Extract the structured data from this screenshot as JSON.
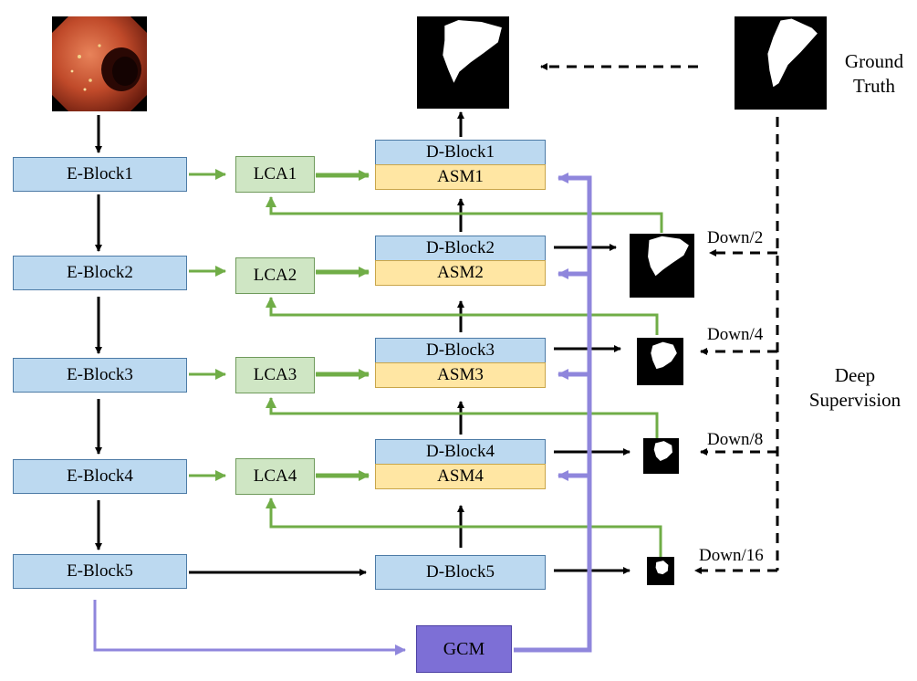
{
  "encoder": [
    "E-Block1",
    "E-Block2",
    "E-Block3",
    "E-Block4",
    "E-Block5"
  ],
  "lca": [
    "LCA1",
    "LCA2",
    "LCA3",
    "LCA4"
  ],
  "decoder": [
    "D-Block1",
    "D-Block2",
    "D-Block3",
    "D-Block4",
    "D-Block5"
  ],
  "asm": [
    "ASM1",
    "ASM2",
    "ASM3",
    "ASM4"
  ],
  "gcm": "GCM",
  "ground_truth": [
    "Ground",
    "Truth"
  ],
  "deep_supervision": [
    "Deep",
    "Supervision"
  ],
  "downsample": [
    "Down/2",
    "Down/4",
    "Down/8",
    "Down/16"
  ],
  "colors": {
    "encoder_fill": "#bcd9f0",
    "lca_fill": "#cfe6c4",
    "asm_fill": "#ffe6a3",
    "gcm_fill": "#7d6fd6",
    "green_arrow": "#70ad47",
    "purple_arrow": "#8f86dc"
  }
}
